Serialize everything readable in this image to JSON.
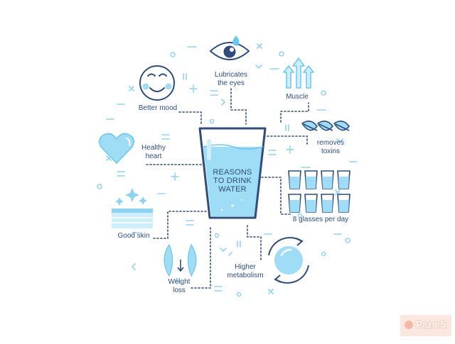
{
  "colors": {
    "outline": "#2f4d7c",
    "water": "#9fdcf5",
    "water_light": "#cfeefb",
    "accent": "#6cc7ee",
    "decor": "#8fd3f3"
  },
  "center": {
    "line1": "REASONS",
    "line2": "TO DRINK",
    "line3": "WATER"
  },
  "labels": {
    "eyes_1": "Lubricates",
    "eyes_2": "the eyes",
    "muscle": "Muscle",
    "mood": "Better mood",
    "heart_1": "Healthy",
    "heart_2": "heart",
    "toxins_1": "removes",
    "toxins_2": "toxins",
    "glasses": "8 glasses per day",
    "skin": "Good skin",
    "weight_1": "Weight",
    "weight_2": "loss",
    "metab_1": "Higher",
    "metab_2": "metabolism"
  },
  "icons": [
    "eye-icon",
    "smiley-icon",
    "arrows-up-icon",
    "heart-icon",
    "leaf-icon",
    "glass-icon",
    "skin-layers-icon",
    "waist-icon",
    "cycle-icon"
  ],
  "watermark": "Pazar5"
}
